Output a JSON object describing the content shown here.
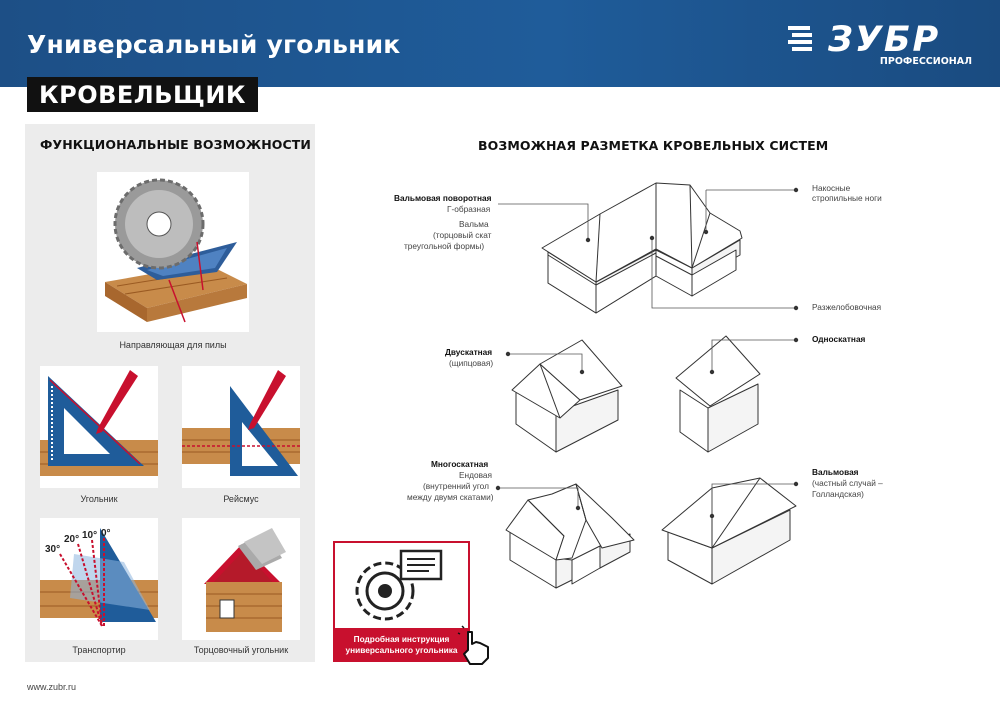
{
  "header": {
    "title": "Универсальный угольник",
    "badge": "КРОВЕЛЬЩИК",
    "brand_name": "ЗУБР",
    "brand_sub": "ПРОФЕССИОНАЛ",
    "brand_color": "#1f5c9a"
  },
  "left": {
    "title": "ФУНКЦИОНАЛЬНЫЕ ВОЗМОЖНОСТИ",
    "items": [
      {
        "caption": "Направляющая для пилы",
        "icon": "saw-guide-icon"
      },
      {
        "caption": "Угольник",
        "icon": "square-marking-icon"
      },
      {
        "caption": "Рейсмус",
        "icon": "marking-gauge-icon"
      },
      {
        "caption": "Транспортир",
        "icon": "protractor-icon"
      },
      {
        "caption": "Торцовочный угольник",
        "icon": "miter-square-icon"
      }
    ],
    "protractor_angles": [
      "30°",
      "20°",
      "10°",
      "0°"
    ]
  },
  "right": {
    "title": "ВОЗМОЖНАЯ РАЗМЕТКА КРОВЕЛЬНЫХ СИСТЕМ",
    "labels": {
      "hip_turn_bold": "Вальмовая поворотная",
      "hip_turn_sub": "Г-образная",
      "hip_desc_1": "Вальма",
      "hip_desc_2": "(торцовый скат",
      "hip_desc_3": "треугольной формы)",
      "rafters_1": "Накосные",
      "rafters_2": "стропильные ноги",
      "valley_rafter": "Разжелобовочная",
      "gable_bold": "Двускатная",
      "gable_sub": "(щипцовая)",
      "shed_bold": "Односкатная",
      "multi_bold": "Многоскатная",
      "multi_1": "Ендовая",
      "multi_2": "(внутренний угол",
      "multi_3": "между двумя скатами)",
      "hip_bold": "Вальмовая",
      "hip_1": "(частный случай –",
      "hip_2": "Голландская)"
    }
  },
  "qr": {
    "line1": "Подробная инструкция",
    "line2": "универсального угольника",
    "accent": "#c8102e"
  },
  "footer": {
    "url": "www.zubr.ru"
  }
}
